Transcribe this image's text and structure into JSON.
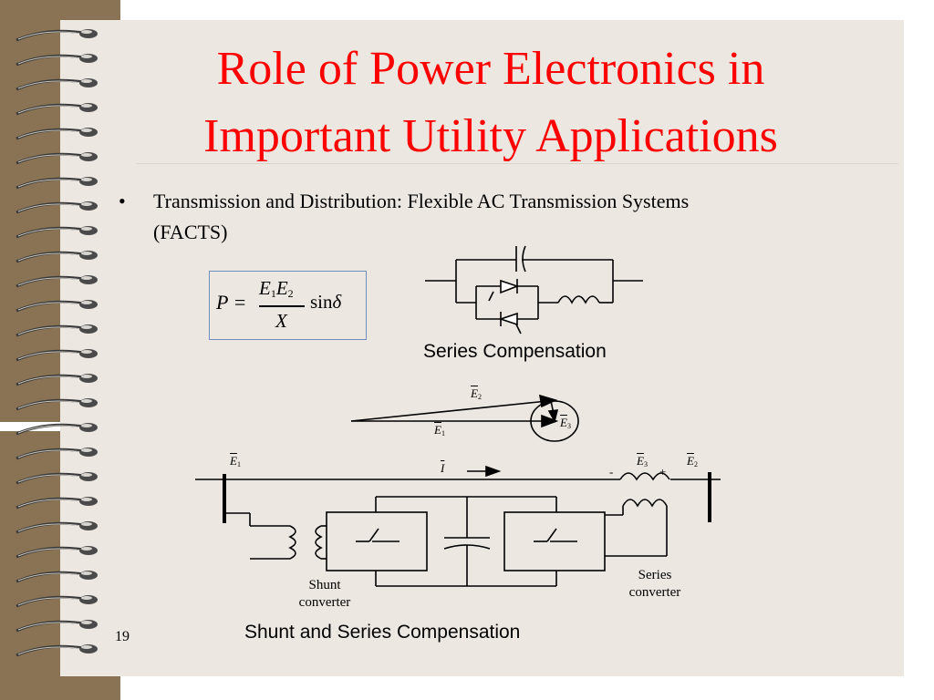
{
  "slide": {
    "title_line_1": "Role of Power Electronics in",
    "title_line_2": "Important Utility Applications",
    "bullet_marker": "•",
    "bullet_line_1": "Transmission and Distribution: Flexible AC Transmission Systems",
    "bullet_line_2": "(FACTS)",
    "slide_number": "19",
    "colors": {
      "title": "#ff0000",
      "background": "#ede7e1",
      "spine": "#8a7354",
      "formula_border": "#6f8fc0"
    }
  },
  "formula": {
    "lhs": "P =",
    "numerator": [
      "E",
      "1",
      "E",
      "2"
    ],
    "denominator": "X",
    "trig": "sin",
    "angle": "δ"
  },
  "series_compensation": {
    "caption": "Series Compensation"
  },
  "phasor": {
    "e2_label": [
      "E",
      "2"
    ],
    "e1_label": [
      "E",
      "1"
    ],
    "e3_label": [
      "E",
      "3"
    ]
  },
  "shunt_series": {
    "e1_label": [
      "E",
      "1"
    ],
    "i_label": "I",
    "minus": "-",
    "e3_label": [
      "E",
      "3"
    ],
    "plus": "+",
    "e2_label": [
      "E",
      "2"
    ],
    "shunt_converter_1": "Shunt",
    "shunt_converter_2": "converter",
    "series_converter_1": "Series",
    "series_converter_2": "converter",
    "caption": "Shunt and Series Compensation"
  }
}
